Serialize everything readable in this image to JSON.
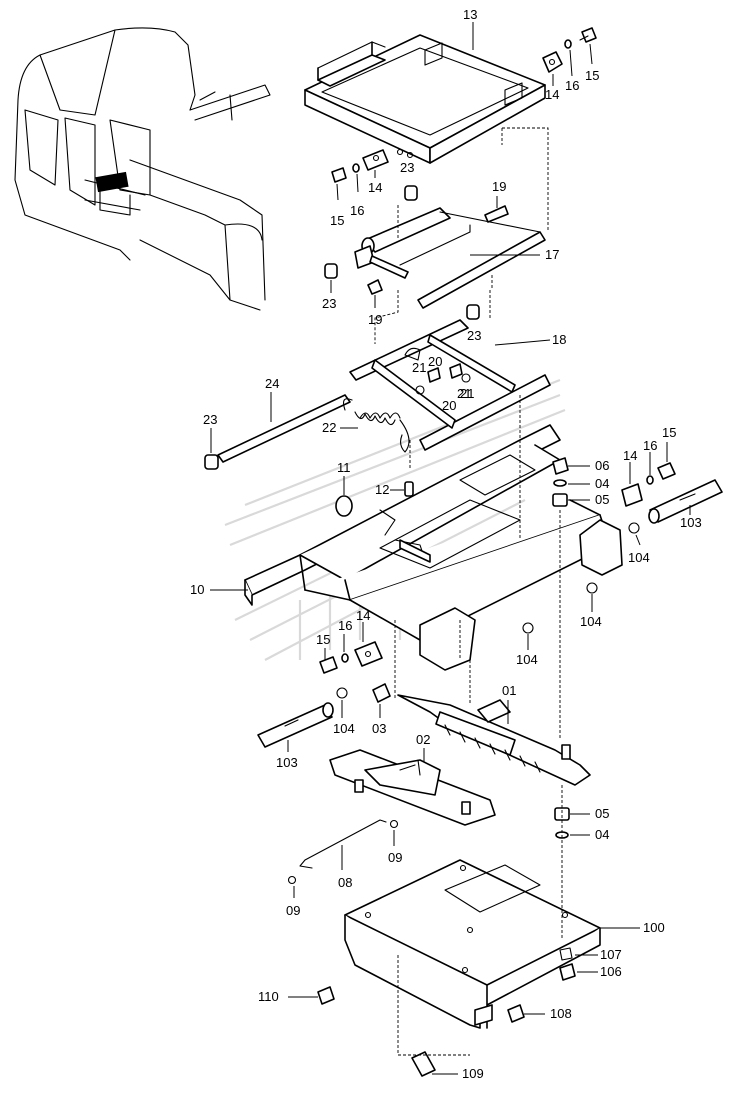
{
  "callouts": [
    "13",
    "14",
    "15",
    "16",
    "14",
    "15",
    "16",
    "23",
    "19",
    "17",
    "23",
    "19",
    "23",
    "18",
    "20",
    "21",
    "21",
    "20",
    "21",
    "24",
    "22",
    "23",
    "11",
    "12",
    "06",
    "04",
    "05",
    "14",
    "16",
    "15",
    "103",
    "104",
    "10",
    "14",
    "15",
    "16",
    "104",
    "104",
    "01",
    "104",
    "03",
    "103",
    "02",
    "05",
    "04",
    "09",
    "08",
    "09",
    "100",
    "107",
    "106",
    "110",
    "108",
    "109"
  ]
}
